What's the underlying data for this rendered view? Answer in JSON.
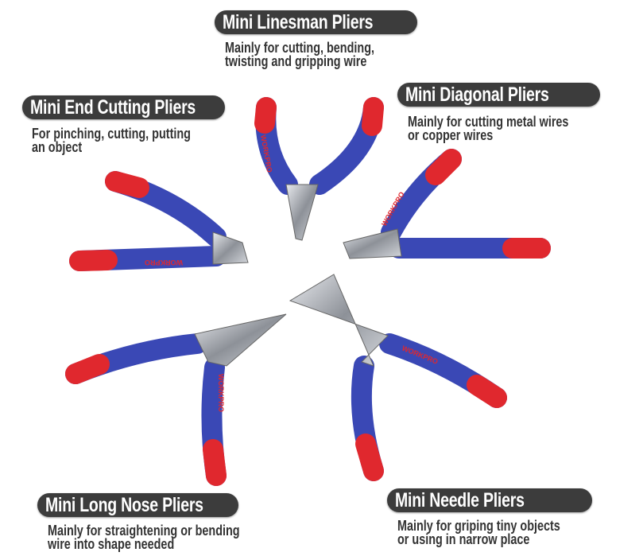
{
  "brand": "WORKPRO",
  "colors": {
    "handle_blue": "#3a48b5",
    "grip_red": "#e0282e",
    "label_bg": "#3c3c3c",
    "jaw_silver": "#b8bcc2"
  },
  "tools": [
    {
      "title": "Mini Linesman Pliers",
      "desc1": "Mainly for cutting, bending,",
      "desc2": "twisting and gripping wire"
    },
    {
      "title": "Mini End Cutting Pliers",
      "desc1": "For pinching, cutting, putting",
      "desc2": "an object"
    },
    {
      "title": "Mini Diagonal Pliers",
      "desc1": "Mainly for cutting metal wires",
      "desc2": "or copper wires"
    },
    {
      "title": "Mini Long Nose Pliers",
      "desc1": "Mainly for straightening or bending",
      "desc2": "wire into shape needed"
    },
    {
      "title": "Mini Needle Pliers",
      "desc1": "Mainly for griping tiny objects",
      "desc2": "or using in narrow place"
    }
  ]
}
